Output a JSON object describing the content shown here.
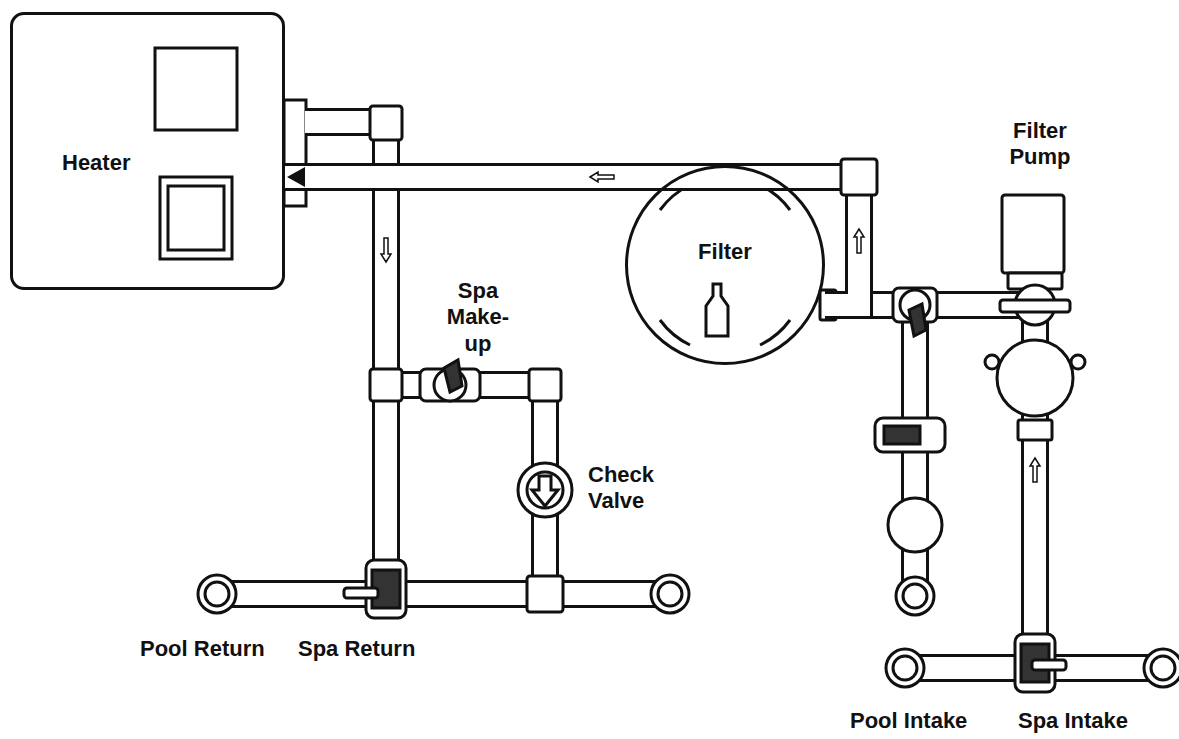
{
  "diagram": {
    "nodes": [
      {
        "text": [
          "Heater"
        ]
      },
      {
        "text": [
          "Filter"
        ]
      }
    ],
    "edges": [
      {
        "from": 1,
        "to": 0,
        "arrow": "to"
      }
    ],
    "labels": [
      "Filter Pump",
      "Spa Make-up",
      "Check Valve",
      "Pool Return",
      "Spa Return",
      "Pool Intake",
      "Spa Intake"
    ]
  }
}
